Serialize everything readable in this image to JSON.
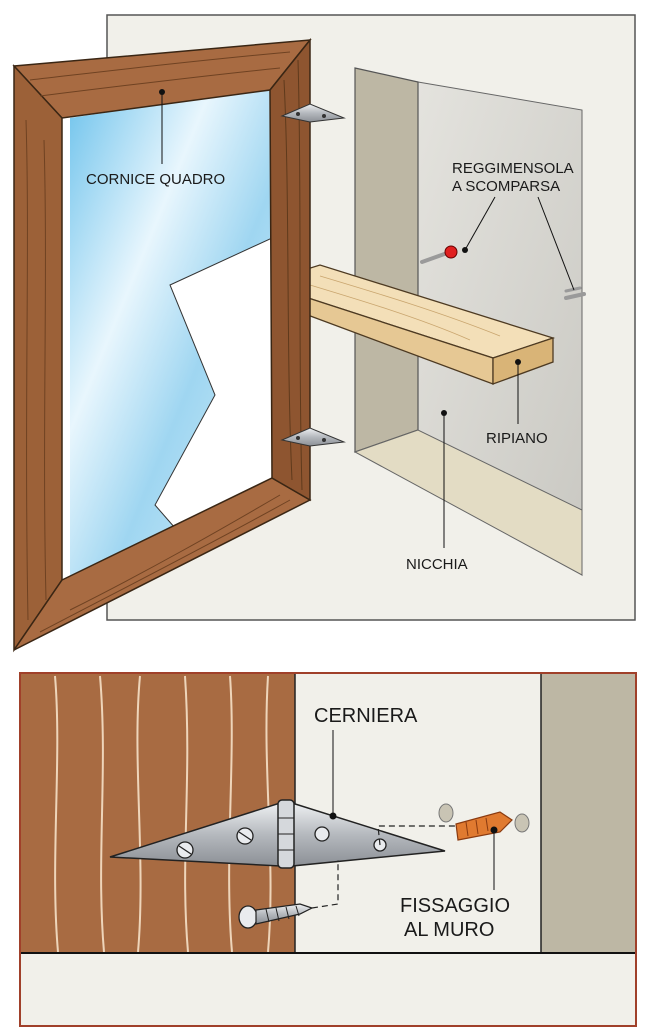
{
  "labels": {
    "frame": "CORNICE QUADRO",
    "bracket_line1": "REGGIMENSOLA",
    "bracket_line2": "A SCOMPARSA",
    "shelf": "RIPIANO",
    "niche": "NICCHIA",
    "hinge": "CERNIERA",
    "fixing_line1": "FISSAGGIO",
    "fixing_line2": "AL MURO"
  },
  "colors": {
    "wood": "#a86b42",
    "wood_dark": "#7a4a2a",
    "wall": "#f1f0ea",
    "niche": "#d9d6c9",
    "niche_side": "#bdb7a4",
    "shelf": "#f0d9b0",
    "glass": "#bfe4f5",
    "metal": "#c9ccd0",
    "plug": "#e07a30",
    "border": "#a0402a"
  }
}
